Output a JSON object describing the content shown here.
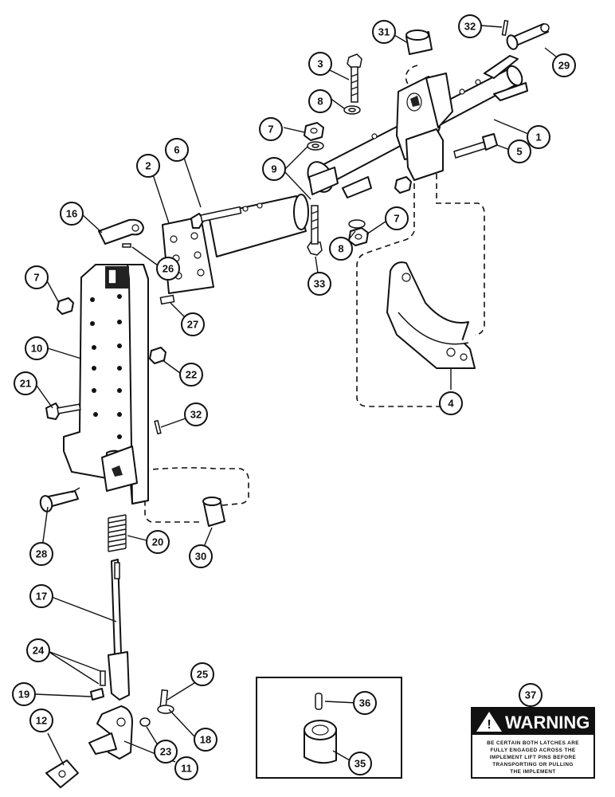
{
  "callouts": [
    {
      "id": "c1",
      "label": "1"
    },
    {
      "id": "c2",
      "label": "2"
    },
    {
      "id": "c3",
      "label": "3"
    },
    {
      "id": "c4",
      "label": "4"
    },
    {
      "id": "c5",
      "label": "5"
    },
    {
      "id": "c6",
      "label": "6"
    },
    {
      "id": "c7a",
      "label": "7"
    },
    {
      "id": "c7b",
      "label": "7"
    },
    {
      "id": "c7c",
      "label": "7"
    },
    {
      "id": "c8a",
      "label": "8"
    },
    {
      "id": "c8b",
      "label": "8"
    },
    {
      "id": "c9",
      "label": "9"
    },
    {
      "id": "c10",
      "label": "10"
    },
    {
      "id": "c11",
      "label": "11"
    },
    {
      "id": "c12",
      "label": "12"
    },
    {
      "id": "c16",
      "label": "16"
    },
    {
      "id": "c17",
      "label": "17"
    },
    {
      "id": "c18",
      "label": "18"
    },
    {
      "id": "c19",
      "label": "19"
    },
    {
      "id": "c20",
      "label": "20"
    },
    {
      "id": "c21",
      "label": "21"
    },
    {
      "id": "c22",
      "label": "22"
    },
    {
      "id": "c23",
      "label": "23"
    },
    {
      "id": "c24",
      "label": "24"
    },
    {
      "id": "c25",
      "label": "25"
    },
    {
      "id": "c26",
      "label": "26"
    },
    {
      "id": "c27",
      "label": "27"
    },
    {
      "id": "c28",
      "label": "28"
    },
    {
      "id": "c29",
      "label": "29"
    },
    {
      "id": "c30",
      "label": "30"
    },
    {
      "id": "c31",
      "label": "31"
    },
    {
      "id": "c32a",
      "label": "32"
    },
    {
      "id": "c32b",
      "label": "32"
    },
    {
      "id": "c33",
      "label": "33"
    },
    {
      "id": "c35",
      "label": "35"
    },
    {
      "id": "c36",
      "label": "36"
    },
    {
      "id": "c37",
      "label": "37"
    }
  ],
  "warning_decal": {
    "title": "WARNING",
    "lines": [
      "BE CERTAIN BOTH LATCHES ARE",
      "FULLY ENGAGED ACROSS THE",
      "IMPLEMENT LIFT PINS BEFORE",
      "TRANSPORTING OR PULLING",
      "THE IMPLEMENT"
    ]
  }
}
